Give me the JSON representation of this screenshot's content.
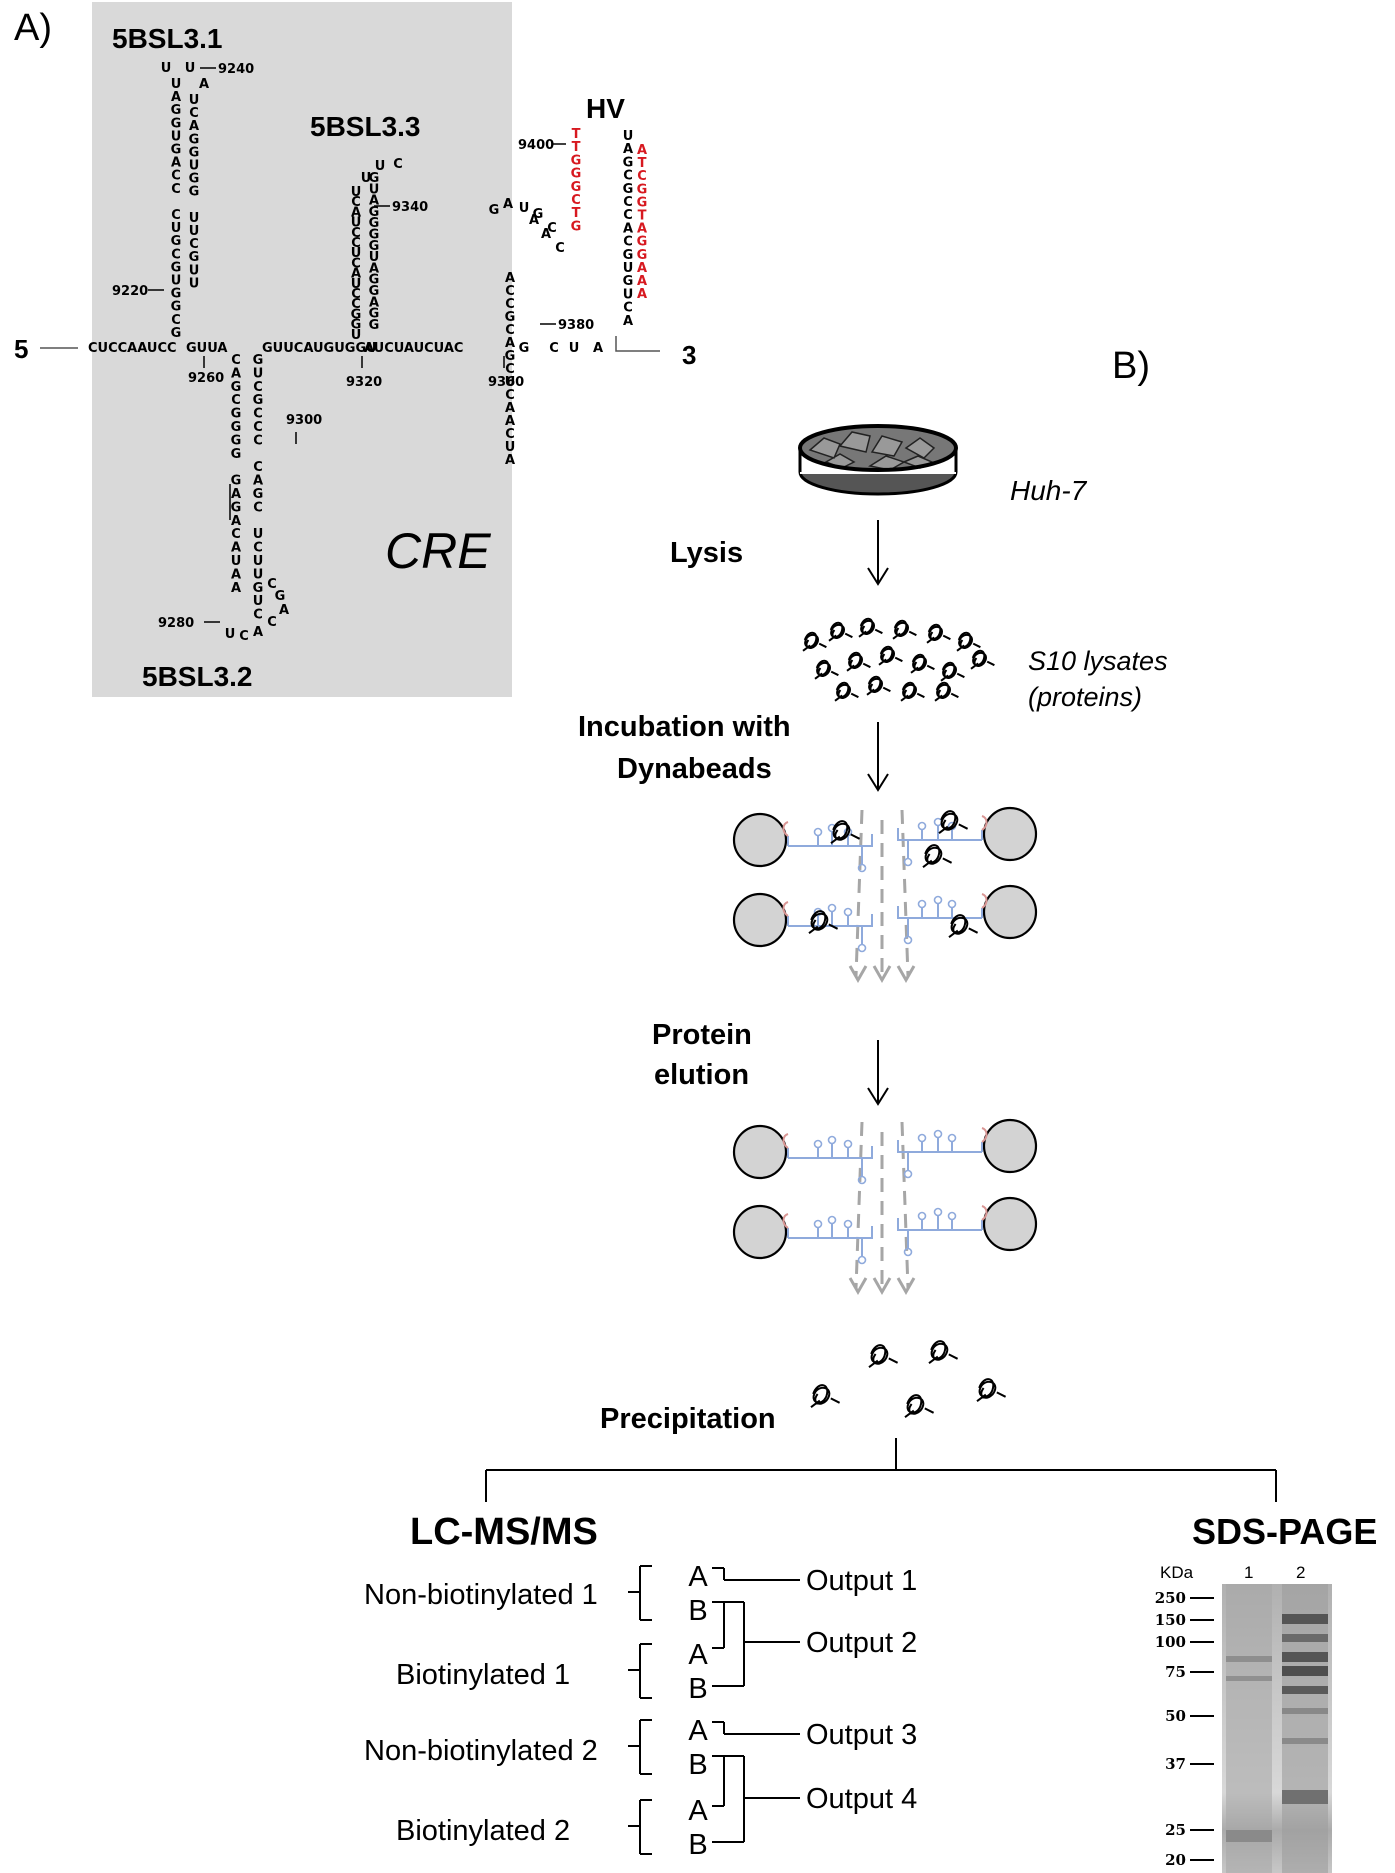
{
  "panel_a": {
    "label": "A)",
    "region": "CRE",
    "stem_loops": {
      "sl1": "5BSL3.1",
      "sl2": "5BSL3.2",
      "sl3": "5BSL3.3",
      "hv": "HV"
    },
    "ends": {
      "five": "5",
      "three": "3"
    },
    "positions": [
      "9220",
      "9240",
      "9260",
      "9280",
      "9300",
      "9320",
      "9340",
      "9360",
      "9380",
      "9400"
    ],
    "sequences": {
      "base_left": "CUCCAAUCC",
      "sl1_apex": [
        "U",
        "U",
        "A"
      ],
      "sl1_left": [
        "U",
        "A",
        "G",
        "G",
        "U",
        "G",
        "A",
        "C",
        "C",
        "",
        "C",
        "U",
        "G",
        "C",
        "G",
        "U",
        "G",
        "G",
        "C",
        "G"
      ],
      "sl1_right": [
        "U",
        "C",
        "A",
        "G",
        "G",
        "U",
        "G",
        "G",
        "",
        "U",
        "U",
        "C",
        "G",
        "U",
        "U",
        "",
        "",
        "",
        "",
        ""
      ],
      "base_mid1": "GUUA",
      "sl2_left": [
        "C",
        "A",
        "G",
        "C",
        "G",
        "G",
        "G",
        "G",
        "",
        "G",
        "A",
        "G",
        "A",
        "C",
        "A",
        "U",
        "A",
        "A"
      ],
      "sl2_right": [
        "G",
        "U",
        "C",
        "G",
        "C",
        "C",
        "C",
        "",
        "C",
        "A",
        "G",
        "C",
        "",
        "U",
        "C",
        "U",
        "U",
        "G",
        "U",
        "C"
      ],
      "sl2_loop": [
        "U",
        "C",
        "A",
        "C",
        "A",
        "G",
        "C"
      ],
      "base_mid2": "GUUCAUGUGGU",
      "sl3_apex": [
        "U",
        "U",
        "C"
      ],
      "sl3_left": [
        "U",
        "C",
        "A",
        "U",
        "C",
        "C",
        "U",
        "C",
        "A",
        "U",
        "C",
        "C",
        "G",
        "G",
        "U"
      ],
      "sl3_right": [
        "G",
        "U",
        "A",
        "G",
        "G",
        "G",
        "G",
        "U",
        "A",
        "G",
        "G",
        "A",
        "G",
        "G"
      ],
      "base_mid3": "AUCUAUCUAC",
      "hv_loop": [
        "G",
        "A",
        "U",
        "G",
        "C",
        "C",
        "A",
        "A"
      ],
      "hv_left_red": [
        "T",
        "T",
        "G",
        "G",
        "G",
        "C",
        "T",
        "G"
      ],
      "hv_left": [
        "A",
        "C",
        "C",
        "G",
        "C",
        "A",
        "G",
        "C",
        "U",
        "C",
        "A",
        "A",
        "C",
        "U",
        "A"
      ],
      "hv_right": [
        "U",
        "A",
        "G",
        "C",
        "G",
        "C",
        "C",
        "A",
        "C",
        "G",
        "U",
        "G",
        "U",
        "C",
        "A"
      ],
      "hv_right_red": [
        "A",
        "T",
        "C",
        "G",
        "G",
        "T",
        "A",
        "G",
        "G",
        "A",
        "A",
        "A"
      ],
      "base_tail": [
        "G",
        "C",
        "U",
        "A"
      ]
    }
  },
  "panel_b": {
    "label": "B)",
    "cells": "Huh-7",
    "steps": {
      "lysis": "Lysis",
      "lysate_line1": "S10 lysates",
      "lysate_line2": "(proteins)",
      "incubation_line1": "Incubation with",
      "incubation_line2": "Dynabeads",
      "elution_line1": "Protein",
      "elution_line2": "elution",
      "precipitation": "Precipitation"
    },
    "lcms": {
      "title": "LC-MS/MS",
      "samples": [
        "Non-biotinylated 1",
        "Biotinylated 1",
        "Non-biotinylated 2",
        "Biotinylated 2"
      ],
      "replicates": [
        "A",
        "B"
      ],
      "outputs": [
        "Output 1",
        "Output 2",
        "Output 3",
        "Output 4"
      ]
    },
    "sds": {
      "title": "SDS-PAGE",
      "unit": "KDa",
      "lanes": [
        "1",
        "2"
      ],
      "markers": [
        "250",
        "150",
        "100",
        "75",
        "50",
        "37",
        "25",
        "20"
      ]
    }
  },
  "colors": {
    "shade": "#d9d9d9",
    "red_nt": "#d71920",
    "bead": "#d3d3d3",
    "rna_blue": "#8faadc",
    "biotin_pink": "#d99694",
    "dashed_arrow": "#a6a6a6"
  }
}
